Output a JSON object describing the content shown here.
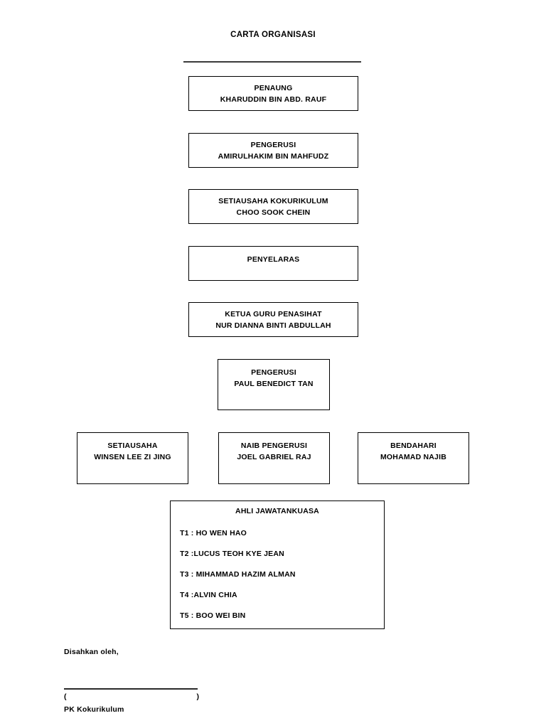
{
  "document": {
    "title": "CARTA ORGANISASI"
  },
  "chart": {
    "nodes": [
      {
        "role": "PENAUNG",
        "name": "KHARUDDIN BIN ABD. RAUF"
      },
      {
        "role": "PENGERUSI",
        "name": "AMIRULHAKIM BIN MAHFUDZ"
      },
      {
        "role": "SETIAUSAHA KOKURIKULUM",
        "name": "CHOO SOOK CHEIN"
      },
      {
        "role": "PENYELARAS",
        "name": ""
      },
      {
        "role": "KETUA GURU PENASIHAT",
        "name": "NUR DIANNA BINTI ABDULLAH"
      },
      {
        "role": "PENGERUSI",
        "name": "PAUL BENEDICT TAN"
      }
    ],
    "officers": [
      {
        "role": "SETIAUSAHA",
        "name": "WINSEN LEE ZI JING"
      },
      {
        "role": "NAIB PENGERUSI",
        "name": "JOEL GABRIEL RAJ"
      },
      {
        "role": "BENDAHARI",
        "name": "MOHAMAD NAJIB"
      }
    ],
    "committee": {
      "title": "AHLI JAWATANKUASA",
      "members": [
        "T1 : HO WEN HAO",
        "T2 :LUCUS TEOH KYE JEAN",
        "T3 : MIHAMMAD HAZIM ALMAN",
        "T4 :ALVIN CHIA",
        "T5 : BOO WEI BIN"
      ]
    }
  },
  "footer": {
    "approved_by": "Disahkan oleh,",
    "paren_open": "(",
    "paren_close": ")",
    "role": "PK Kokurikulum"
  }
}
